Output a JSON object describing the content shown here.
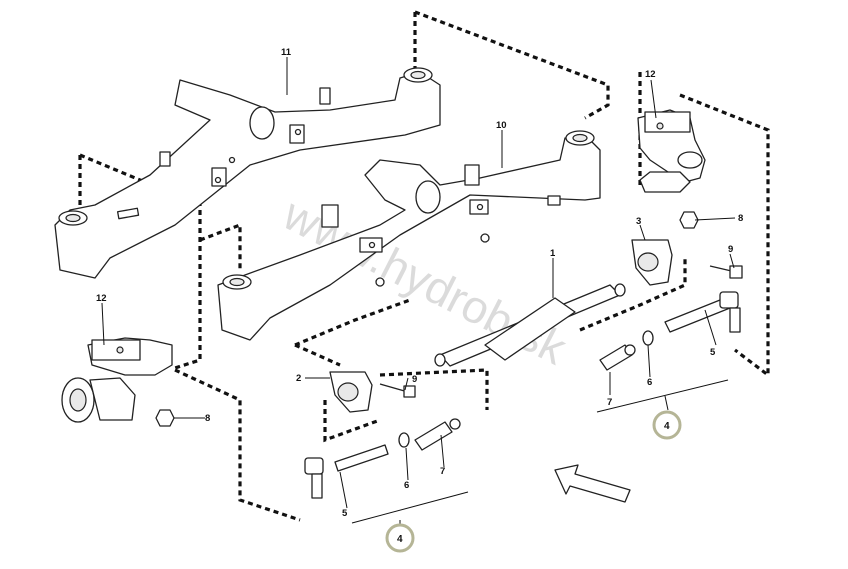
{
  "watermark": "www.hydrob.sk",
  "labels": {
    "p1": "1",
    "p2": "2",
    "p3": "3",
    "p4_right": "4",
    "p4_left": "4",
    "p5_right": "5",
    "p5_left": "5",
    "p6_right": "6",
    "p6_left": "6",
    "p7_right": "7",
    "p7_left": "7",
    "p8_right": "8",
    "p8_left": "8",
    "p9_right": "9",
    "p9_left": "9",
    "p10": "10",
    "p11": "11",
    "p12_right": "12",
    "p12_left": "12"
  },
  "colors": {
    "line": "#222222",
    "callout_ring": "#b5b596",
    "watermark": "#9a9a9a"
  }
}
